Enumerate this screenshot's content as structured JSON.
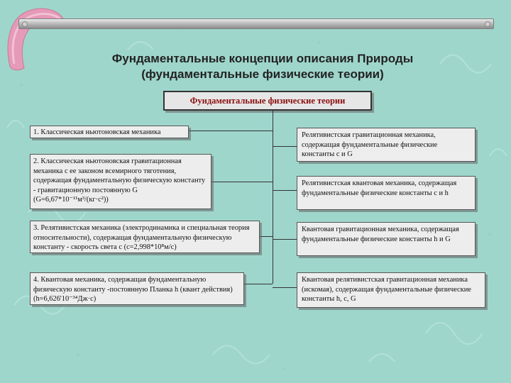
{
  "title": {
    "line1": "Фундаментальные концепции описания Природы",
    "line2": "(фундаментальные физические теории)"
  },
  "header": "Фундаментальные физические теории",
  "left_boxes": [
    "1. Классическая ньютоновская механика",
    "2. Классическая ньютоновская гравитационная механика с ее законом всемирного тяготения, содержащая фундаментальную физическую константу - гравитационную постоянную G (G=6,67*10⁻¹¹м³/(кг·с²))",
    "3. Релятивистская механика (электродинамика и специальная теория относительности), содержащая фундаментальную физическую константу - скорость света с (с=2,998*10⁸м/с)",
    "4. Квантовая механика, содержащая фундаментальную физическую константу -постоянную Планка h (квант действия) (h=6,626'10⁻³⁴Дж·с)"
  ],
  "right_boxes": [
    "Релятивистская гравитационная механика, содержащая фундаментальные физические константы с и G",
    "Релятивистская квантовая механика, содержащая фундаментальные физические константы с и h",
    "Квантовая гравитационная механика, содержащая фундаментальные физические константы h и G",
    "Квантовая релятивистская гравитационная механика (искомая), содержащая фундаментальные физические константы h, c, G"
  ],
  "colors": {
    "background": "#9fd6cc",
    "box_fill": "#ededed",
    "header_text": "#8b0f0f",
    "boomerang": "#e59ab8"
  }
}
